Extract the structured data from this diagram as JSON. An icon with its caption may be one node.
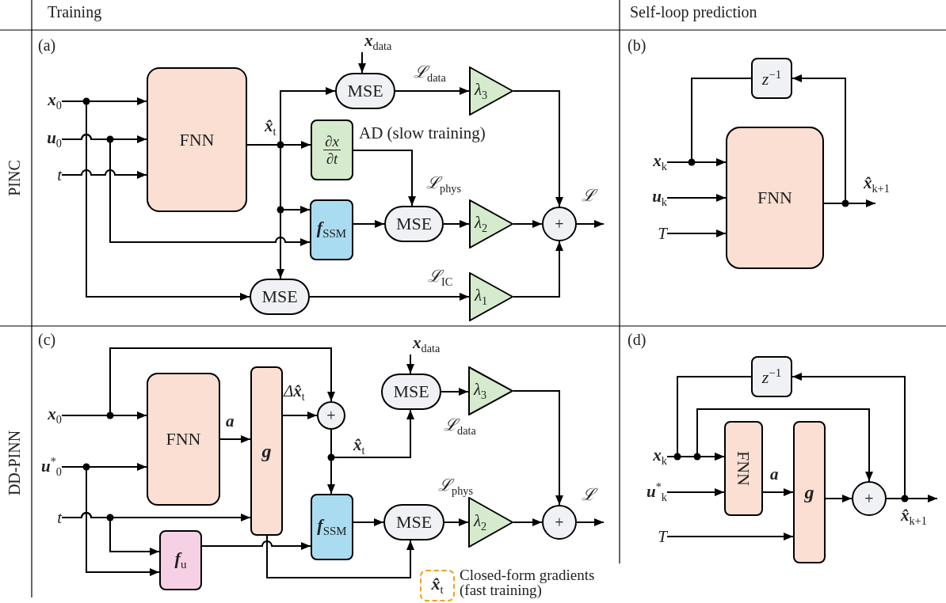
{
  "diagram": {
    "nodes": [
      {
        "text": [
          "**x**$_{0}$"
        ]
      },
      {
        "text": [
          "**u**$_{0}$"
        ]
      },
      {
        "text": [
          "t"
        ]
      },
      {
        "text": [
          "FNN"
        ]
      },
      {
        "text": [
          "**x**$_{data}$"
        ]
      },
      {
        "text": [
          "MSE"
        ]
      },
      {
        "text": [
          "∂x",
          "∂t"
        ],
        "beside": [
          "AD (slow training)"
        ]
      },
      {
        "text": [
          "**f**$_{SSM}$"
        ]
      },
      {
        "text": [
          "MSE"
        ]
      },
      {
        "text": [
          "MSE"
        ]
      },
      {
        "text": [
          "λ$_{3}$"
        ]
      },
      {
        "text": [
          "λ$_{2}$"
        ]
      },
      {
        "text": [
          "λ$_{1}$"
        ]
      },
      {
        "text": [
          "+"
        ]
      },
      {
        "text": [
          "z$^{−1}$"
        ]
      },
      {
        "text": [
          "**x**$_{k}$"
        ]
      },
      {
        "text": [
          "**u**$_{k}$"
        ]
      },
      {
        "text": [
          "T"
        ]
      },
      {
        "text": [
          "FNN"
        ]
      },
      {
        "text": [
          "**x**$_{0}$"
        ]
      },
      {
        "text": [
          "**u**$^{*}$$_{0}$"
        ]
      },
      {
        "text": [
          "t"
        ]
      },
      {
        "text": [
          "FNN"
        ]
      },
      {
        "text": [
          "g"
        ]
      },
      {
        "text": [
          "**f**$_{u}$"
        ]
      },
      {
        "text": [
          "+"
        ]
      },
      {
        "text": [
          "**x**$_{data}$"
        ]
      },
      {
        "text": [
          "MSE"
        ]
      },
      {
        "text": [
          "**f**$_{SSM}$"
        ]
      },
      {
        "text": [
          "MSE"
        ]
      },
      {
        "text": [
          "λ$_{3}$"
        ]
      },
      {
        "text": [
          "λ$_{2}$"
        ]
      },
      {
        "text": [
          "+"
        ]
      },
      {
        "text": [
          "**x̂**$_{t}$"
        ],
        "beside": [
          "Closed-form gradients (fast training)"
        ]
      },
      {
        "text": [
          "z$^{−1}$"
        ]
      },
      {
        "text": [
          "**x**$_{k}$"
        ]
      },
      {
        "text": [
          "**u**$^{*}$$_{k}$"
        ]
      },
      {
        "text": [
          "T"
        ]
      },
      {
        "text": [
          "FNN"
        ]
      },
      {
        "text": [
          "g"
        ]
      },
      {
        "text": [
          "+"
        ]
      }
    ],
    "edges": [
      {
        "from": 0,
        "to": 3,
        "arrow": "to"
      },
      {
        "from": 0,
        "to": 9,
        "arrow": "to"
      },
      {
        "from": 1,
        "to": 3,
        "arrow": "to"
      },
      {
        "from": 1,
        "to": 7,
        "arrow": "to"
      },
      {
        "from": 2,
        "to": 3,
        "arrow": "to"
      },
      {
        "from": 3,
        "to": 6,
        "arrow": "to",
        "label": "**x̂**$_{t}$"
      },
      {
        "from": 3,
        "to": 5,
        "arrow": "to"
      },
      {
        "from": 3,
        "to": 7,
        "arrow": "to"
      },
      {
        "from": 3,
        "to": 9,
        "arrow": "to"
      },
      {
        "from": 4,
        "to": 5,
        "arrow": "to"
      },
      {
        "from": 5,
        "to": 10,
        "arrow": "to",
        "label": "ℒ$_{data}$"
      },
      {
        "from": 6,
        "to": 8,
        "arrow": "to",
        "label": "ℒ$_{phys}$"
      },
      {
        "from": 7,
        "to": 8,
        "arrow": "to"
      },
      {
        "from": 8,
        "to": 11,
        "arrow": "to"
      },
      {
        "from": 9,
        "to": 12,
        "arrow": "to",
        "label": "ℒ$_{IC}$"
      },
      {
        "from": 10,
        "to": 13,
        "arrow": "to"
      },
      {
        "from": 11,
        "to": 13,
        "arrow": "to"
      },
      {
        "from": 12,
        "to": 13,
        "arrow": "to"
      },
      {
        "from": 13,
        "to": null,
        "arrow": "to",
        "label": "ℒ"
      },
      {
        "from": 15,
        "to": 18,
        "arrow": "to"
      },
      {
        "from": 16,
        "to": 18,
        "arrow": "to"
      },
      {
        "from": 17,
        "to": 18,
        "arrow": "to"
      },
      {
        "from": 18,
        "to": null,
        "arrow": "to",
        "label": "**x̂**$_{k+1}$"
      },
      {
        "from": 18,
        "to": 14,
        "arrow": "to"
      },
      {
        "from": 14,
        "to": 18,
        "arrow": "to"
      },
      {
        "from": 19,
        "to": 22,
        "arrow": "to"
      },
      {
        "from": 19,
        "to": 25,
        "arrow": "to"
      },
      {
        "from": 20,
        "to": 22,
        "arrow": "to"
      },
      {
        "from": 20,
        "to": 24,
        "arrow": "to"
      },
      {
        "from": 21,
        "to": 23,
        "arrow": "to"
      },
      {
        "from": 21,
        "to": 24,
        "arrow": "to"
      },
      {
        "from": 22,
        "to": 23,
        "arrow": "to",
        "label": "**a**"
      },
      {
        "from": 23,
        "to": 25,
        "arrow": "to",
        "label": "Δ**x̂**$_{t}$"
      },
      {
        "from": 23,
        "to": 29,
        "arrow": "to"
      },
      {
        "from": 24,
        "to": 28,
        "arrow": "to"
      },
      {
        "from": 25,
        "to": 27,
        "arrow": "to",
        "label": "**x̂**$_{t}$"
      },
      {
        "from": 25,
        "to": 28,
        "arrow": "to"
      },
      {
        "from": 26,
        "to": 27,
        "arrow": "to"
      },
      {
        "from": 27,
        "to": 30,
        "arrow": "to",
        "label": "ℒ$_{data}$"
      },
      {
        "from": 28,
        "to": 29,
        "arrow": "to"
      },
      {
        "from": 29,
        "to": 31,
        "arrow": "to",
        "label": "ℒ$_{phys}$"
      },
      {
        "from": 30,
        "to": 32,
        "arrow": "to"
      },
      {
        "from": 31,
        "to": 32,
        "arrow": "to"
      },
      {
        "from": 32,
        "to": null,
        "arrow": "to",
        "label": "ℒ"
      },
      {
        "from": 35,
        "to": 38,
        "arrow": "to"
      },
      {
        "from": 35,
        "to": 40,
        "arrow": "to"
      },
      {
        "from": 34,
        "to": 38,
        "arrow": "to"
      },
      {
        "from": 36,
        "to": 38,
        "arrow": "to"
      },
      {
        "from": 37,
        "to": 39,
        "arrow": "to"
      },
      {
        "from": 38,
        "to": 39,
        "arrow": "to",
        "label": "**a**"
      },
      {
        "from": 39,
        "to": 40,
        "arrow": "to"
      },
      {
        "from": 40,
        "to": null,
        "arrow": "to",
        "label": "**x̂**$_{k+1}$"
      },
      {
        "from": 40,
        "to": 34,
        "arrow": "to"
      }
    ],
    "labels": [
      "Training",
      "Self-loop prediction",
      "PINC",
      "(a)",
      "(b)",
      "DD-PINN",
      "(c)",
      "(d)"
    ]
  }
}
